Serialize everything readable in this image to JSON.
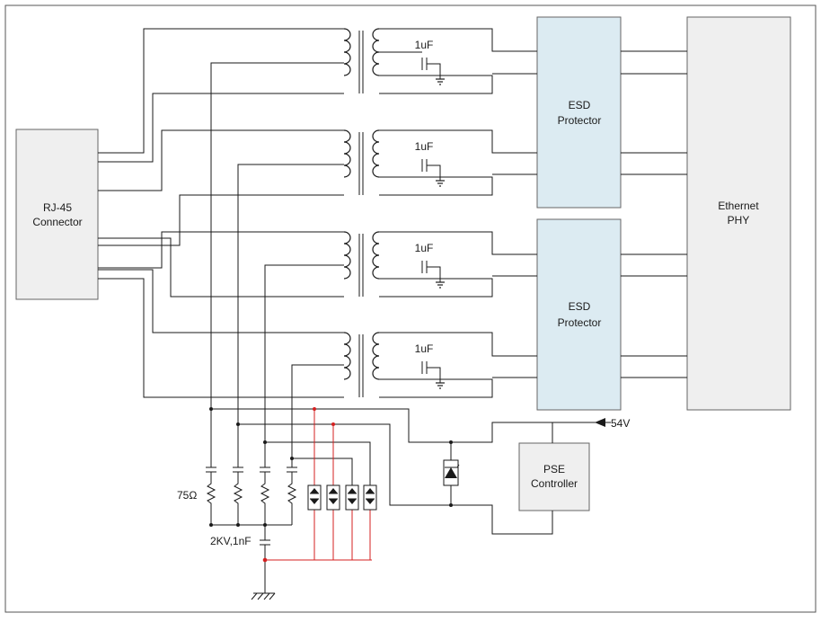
{
  "diagram": {
    "rj45": {
      "line1": "RJ-45",
      "line2": "Connector"
    },
    "esd_top": {
      "line1": "ESD",
      "line2": "Protector"
    },
    "esd_bottom": {
      "line1": "ESD",
      "line2": "Protector"
    },
    "phy": {
      "line1": "Ethernet",
      "line2": "PHY"
    },
    "pse": {
      "line1": "PSE",
      "line2": "Controller"
    },
    "caps": [
      "1uF",
      "1uF",
      "1uF",
      "1uF"
    ],
    "supply_label": "54V",
    "resistor_label": "75Ω",
    "hv_cap_label": "2KV,1nF"
  },
  "colors": {
    "block_gray": "#efefef",
    "block_blue": "#dcebf2",
    "wire": "#1a1a1a",
    "red_wire": "#d42020"
  }
}
